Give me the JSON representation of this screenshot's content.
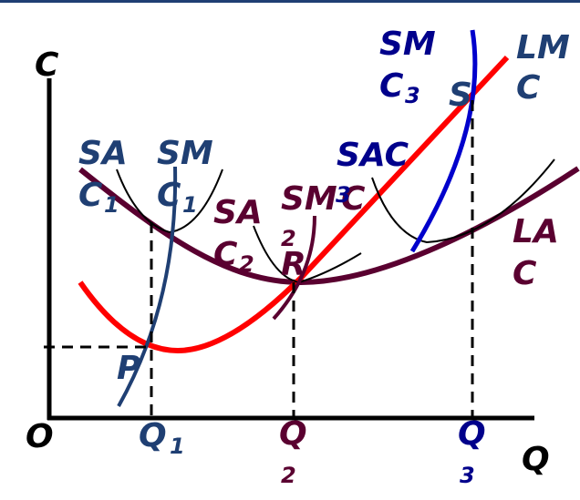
{
  "colors": {
    "axis": "#000000",
    "blue": "#1f3f73",
    "navy": "#00008b",
    "maroon": "#5a0030",
    "red": "#ff0000",
    "bright_blue": "#0000cc"
  },
  "labels": {
    "y_axis": "C",
    "origin": "O",
    "x_axis": "Q",
    "q1": "Q",
    "q1_sub": "1",
    "q2": "Q",
    "q2_sub": "2",
    "q3": "Q",
    "q3_sub": "3",
    "p": "P",
    "r": "R",
    "s": "S",
    "sac1_a": "SA",
    "sac1_b": "C",
    "sac1_sub": "1",
    "smc1_a": "SM",
    "smc1_b": "C",
    "smc1_sub": "1",
    "sac2_a": "SA",
    "sac2_b": "C",
    "sac2_sub": "2",
    "smc2_a": "SM",
    "smc2_sub": "2",
    "smc2_c": "C",
    "smc3_a": "SM",
    "smc3_b": "C",
    "smc3_sub": "3",
    "sac3_a": "SAC",
    "sac3_sub": "3",
    "lmc_a": "LM",
    "lmc_b": "C",
    "lac_a": "LA",
    "lac_b": "C"
  }
}
